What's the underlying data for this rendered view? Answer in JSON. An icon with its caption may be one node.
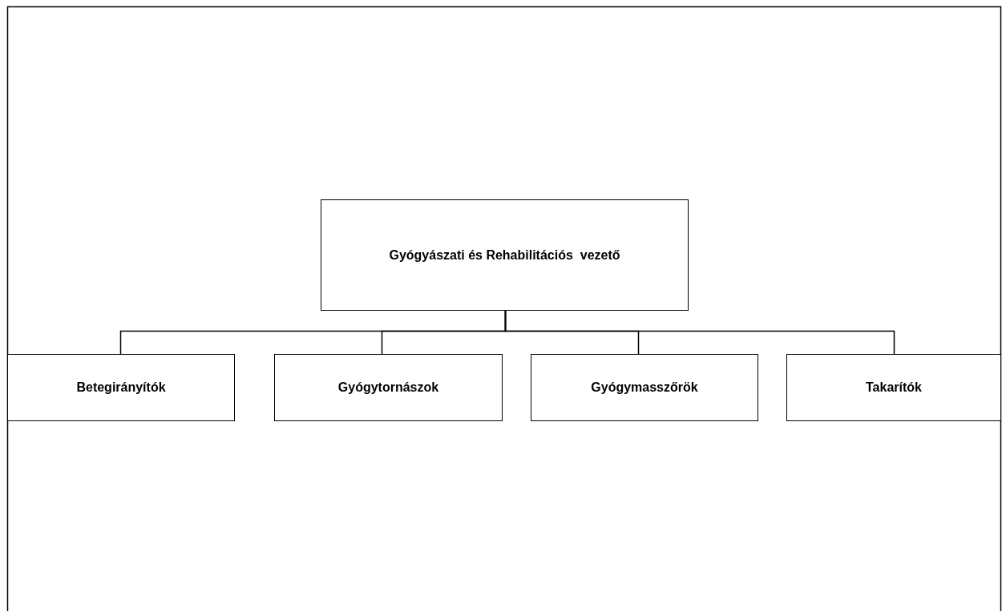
{
  "diagram": {
    "nodes": [
      {
        "text": [
          "Gyógyászati és Rehabilitációs  vezető"
        ]
      },
      {
        "text": [
          "Betegirányítók"
        ]
      },
      {
        "text": [
          "Gyógytornászok"
        ]
      },
      {
        "text": [
          "Gyógymasszőrök"
        ]
      },
      {
        "text": [
          "Takarítók"
        ]
      }
    ],
    "edges": [
      {
        "from": 0,
        "to": 1,
        "arrow": "none"
      },
      {
        "from": 0,
        "to": 2,
        "arrow": "none"
      },
      {
        "from": 0,
        "to": 3,
        "arrow": "none"
      },
      {
        "from": 0,
        "to": 4,
        "arrow": "none"
      }
    ]
  }
}
